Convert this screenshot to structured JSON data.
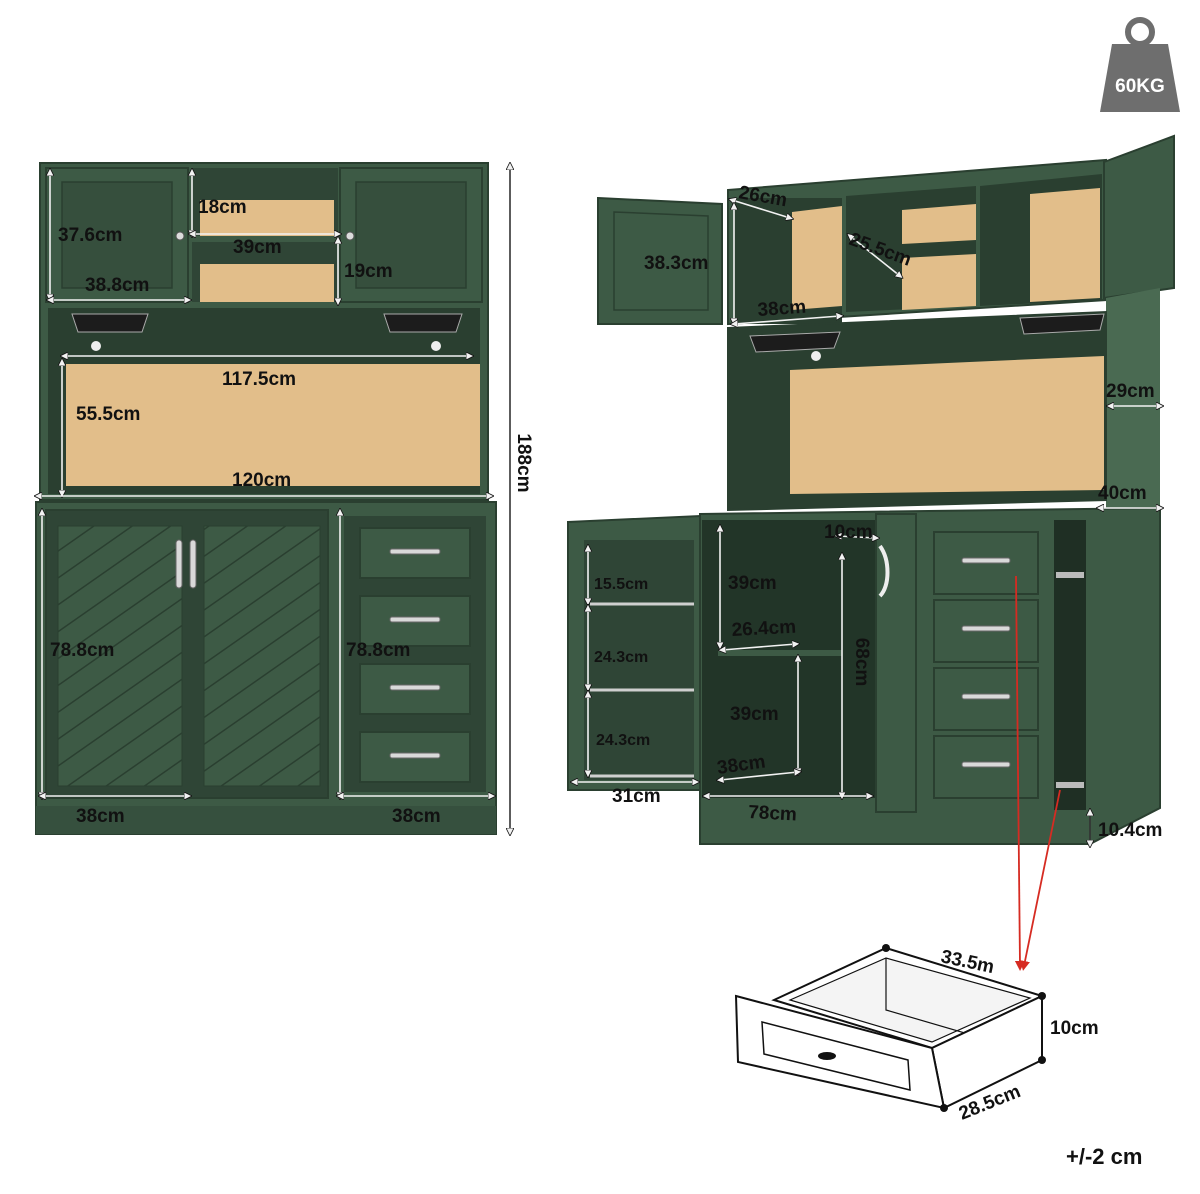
{
  "weight": {
    "label": "60KG",
    "icon": "weight-icon"
  },
  "tolerance": "+/-2 cm",
  "colors": {
    "cabinet_green": "#3d5a45",
    "cabinet_dark": "#2a3f30",
    "wood": "#e2be8a",
    "weight_gray": "#6e6e6e",
    "arrow_red": "#d62b22"
  },
  "front_view": {
    "top_door_height": "37.6cm",
    "top_door_width": "38.8cm",
    "top_middle_upper_height": "18cm",
    "top_middle_width": "39cm",
    "top_middle_lower_height": "19cm",
    "open_shelf_width": "117.5cm",
    "open_shelf_height": "55.5cm",
    "total_width": "120cm",
    "total_height": "188cm",
    "left_cabinet_height": "78.8cm",
    "right_drawer_height": "78.8cm",
    "left_base_width": "38cm",
    "right_base_width": "38cm"
  },
  "side_view": {
    "top_door_height": "38.3cm",
    "top_depth": "26cm",
    "top_inner_depth": "25.5cm",
    "top_inner_width": "38cm",
    "hutch_depth": "29cm",
    "base_depth": "40cm",
    "door_depth": "10cm",
    "door_shelf_1": "15.5cm",
    "door_shelf_2": "24.3cm",
    "door_shelf_3": "24.3cm",
    "door_width": "31cm",
    "inner_upper_height": "39cm",
    "inner_shelf_depth": "26.4cm",
    "inner_lower_height": "39cm",
    "inner_lower_width": "38cm",
    "inner_total_height": "68cm",
    "base_width": "78cm",
    "leg_height": "10.4cm"
  },
  "drawer": {
    "width": "33.5m",
    "height": "10cm",
    "depth": "28.5cm"
  }
}
